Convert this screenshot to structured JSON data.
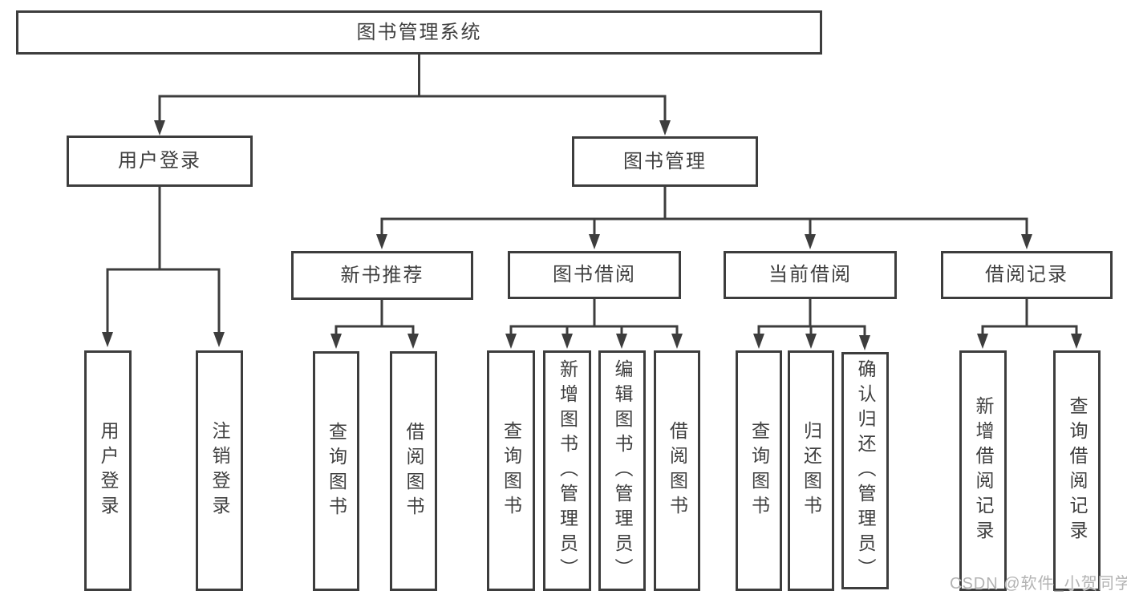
{
  "tree": {
    "label": "图书管理系统",
    "children": [
      {
        "label": "用户登录",
        "children": [
          {
            "label": "用户登录"
          },
          {
            "label": "注销登录"
          }
        ]
      },
      {
        "label": "图书管理",
        "children": [
          {
            "label": "新书推荐",
            "children": [
              {
                "label": "查询图书"
              },
              {
                "label": "借阅图书"
              }
            ]
          },
          {
            "label": "图书借阅",
            "children": [
              {
                "label": "查询图书"
              },
              {
                "label": "新增图书（管理员）"
              },
              {
                "label": "编辑图书（管理员）"
              },
              {
                "label": "借阅图书"
              }
            ]
          },
          {
            "label": "当前借阅",
            "children": [
              {
                "label": "查询图书"
              },
              {
                "label": "归还图书"
              },
              {
                "label": "确认归还（管理员）"
              }
            ]
          },
          {
            "label": "借阅记录",
            "children": [
              {
                "label": "新增借阅记录"
              },
              {
                "label": "查询借阅记录"
              }
            ]
          }
        ]
      }
    ]
  },
  "watermark": {
    "text": "CSDN @软件_小贺同学",
    "color": "#b3b3b3"
  },
  "colors": {
    "line": "#3d3d3d",
    "box_border": "#3d3d3d",
    "text": "#3f3f3f",
    "background": "#ffffff"
  }
}
